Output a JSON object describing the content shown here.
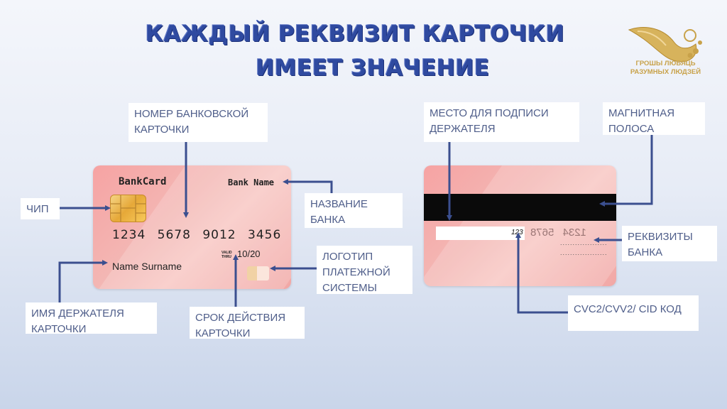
{
  "title": {
    "line1": "КАЖДЫЙ РЕКВИЗИТ КАРТОЧКИ",
    "line2": "ИМЕЕТ ЗНАЧЕНИЕ"
  },
  "logo": {
    "text_line1": "ГРОШЫ ЛЮБЯЦЬ",
    "text_line2": "РАЗУМНЫХ ЛЮДЗЕЙ",
    "color": "#c8a24a"
  },
  "front_card": {
    "brand": "BankCard",
    "bank_name": "Bank Name",
    "number": "1234 5678 9012 3456",
    "valid_thru_line1": "VALID",
    "valid_thru_line2": "THRU",
    "expiry": "10/20",
    "holder": "Name Surname"
  },
  "back_card": {
    "cvc": "123",
    "mirrored_number": "1234 5678",
    "dots": "..................."
  },
  "labels": {
    "card_number": "НОМЕР БАНКОВСКОЙ КАРТОЧКИ",
    "chip": "ЧИП",
    "bank_name": "НАЗВАНИЕ БАНКА",
    "payment_system_logo": "ЛОГОТИП ПЛАТЕЖНОЙ СИСТЕМЫ",
    "holder_name": "ИМЯ ДЕРЖАТЕЛЯ КАРТОЧКИ",
    "expiry": "СРОК ДЕЙСТВИЯ КАРТОЧКИ",
    "signature": "МЕСТО ДЛЯ ПОДПИСИ ДЕРЖАТЕЛЯ",
    "magnetic_stripe": "МАГНИТНАЯ ПОЛОСА",
    "bank_details": "РЕКВИЗИТЫ БАНКА",
    "cvc": "CVC2/CVV2/ CID  КОД"
  },
  "colors": {
    "title": "#2f4aa0",
    "connector": "#3b4f8f",
    "card_pink": "#f6a3a3",
    "label_text": "#4f5e8a"
  }
}
